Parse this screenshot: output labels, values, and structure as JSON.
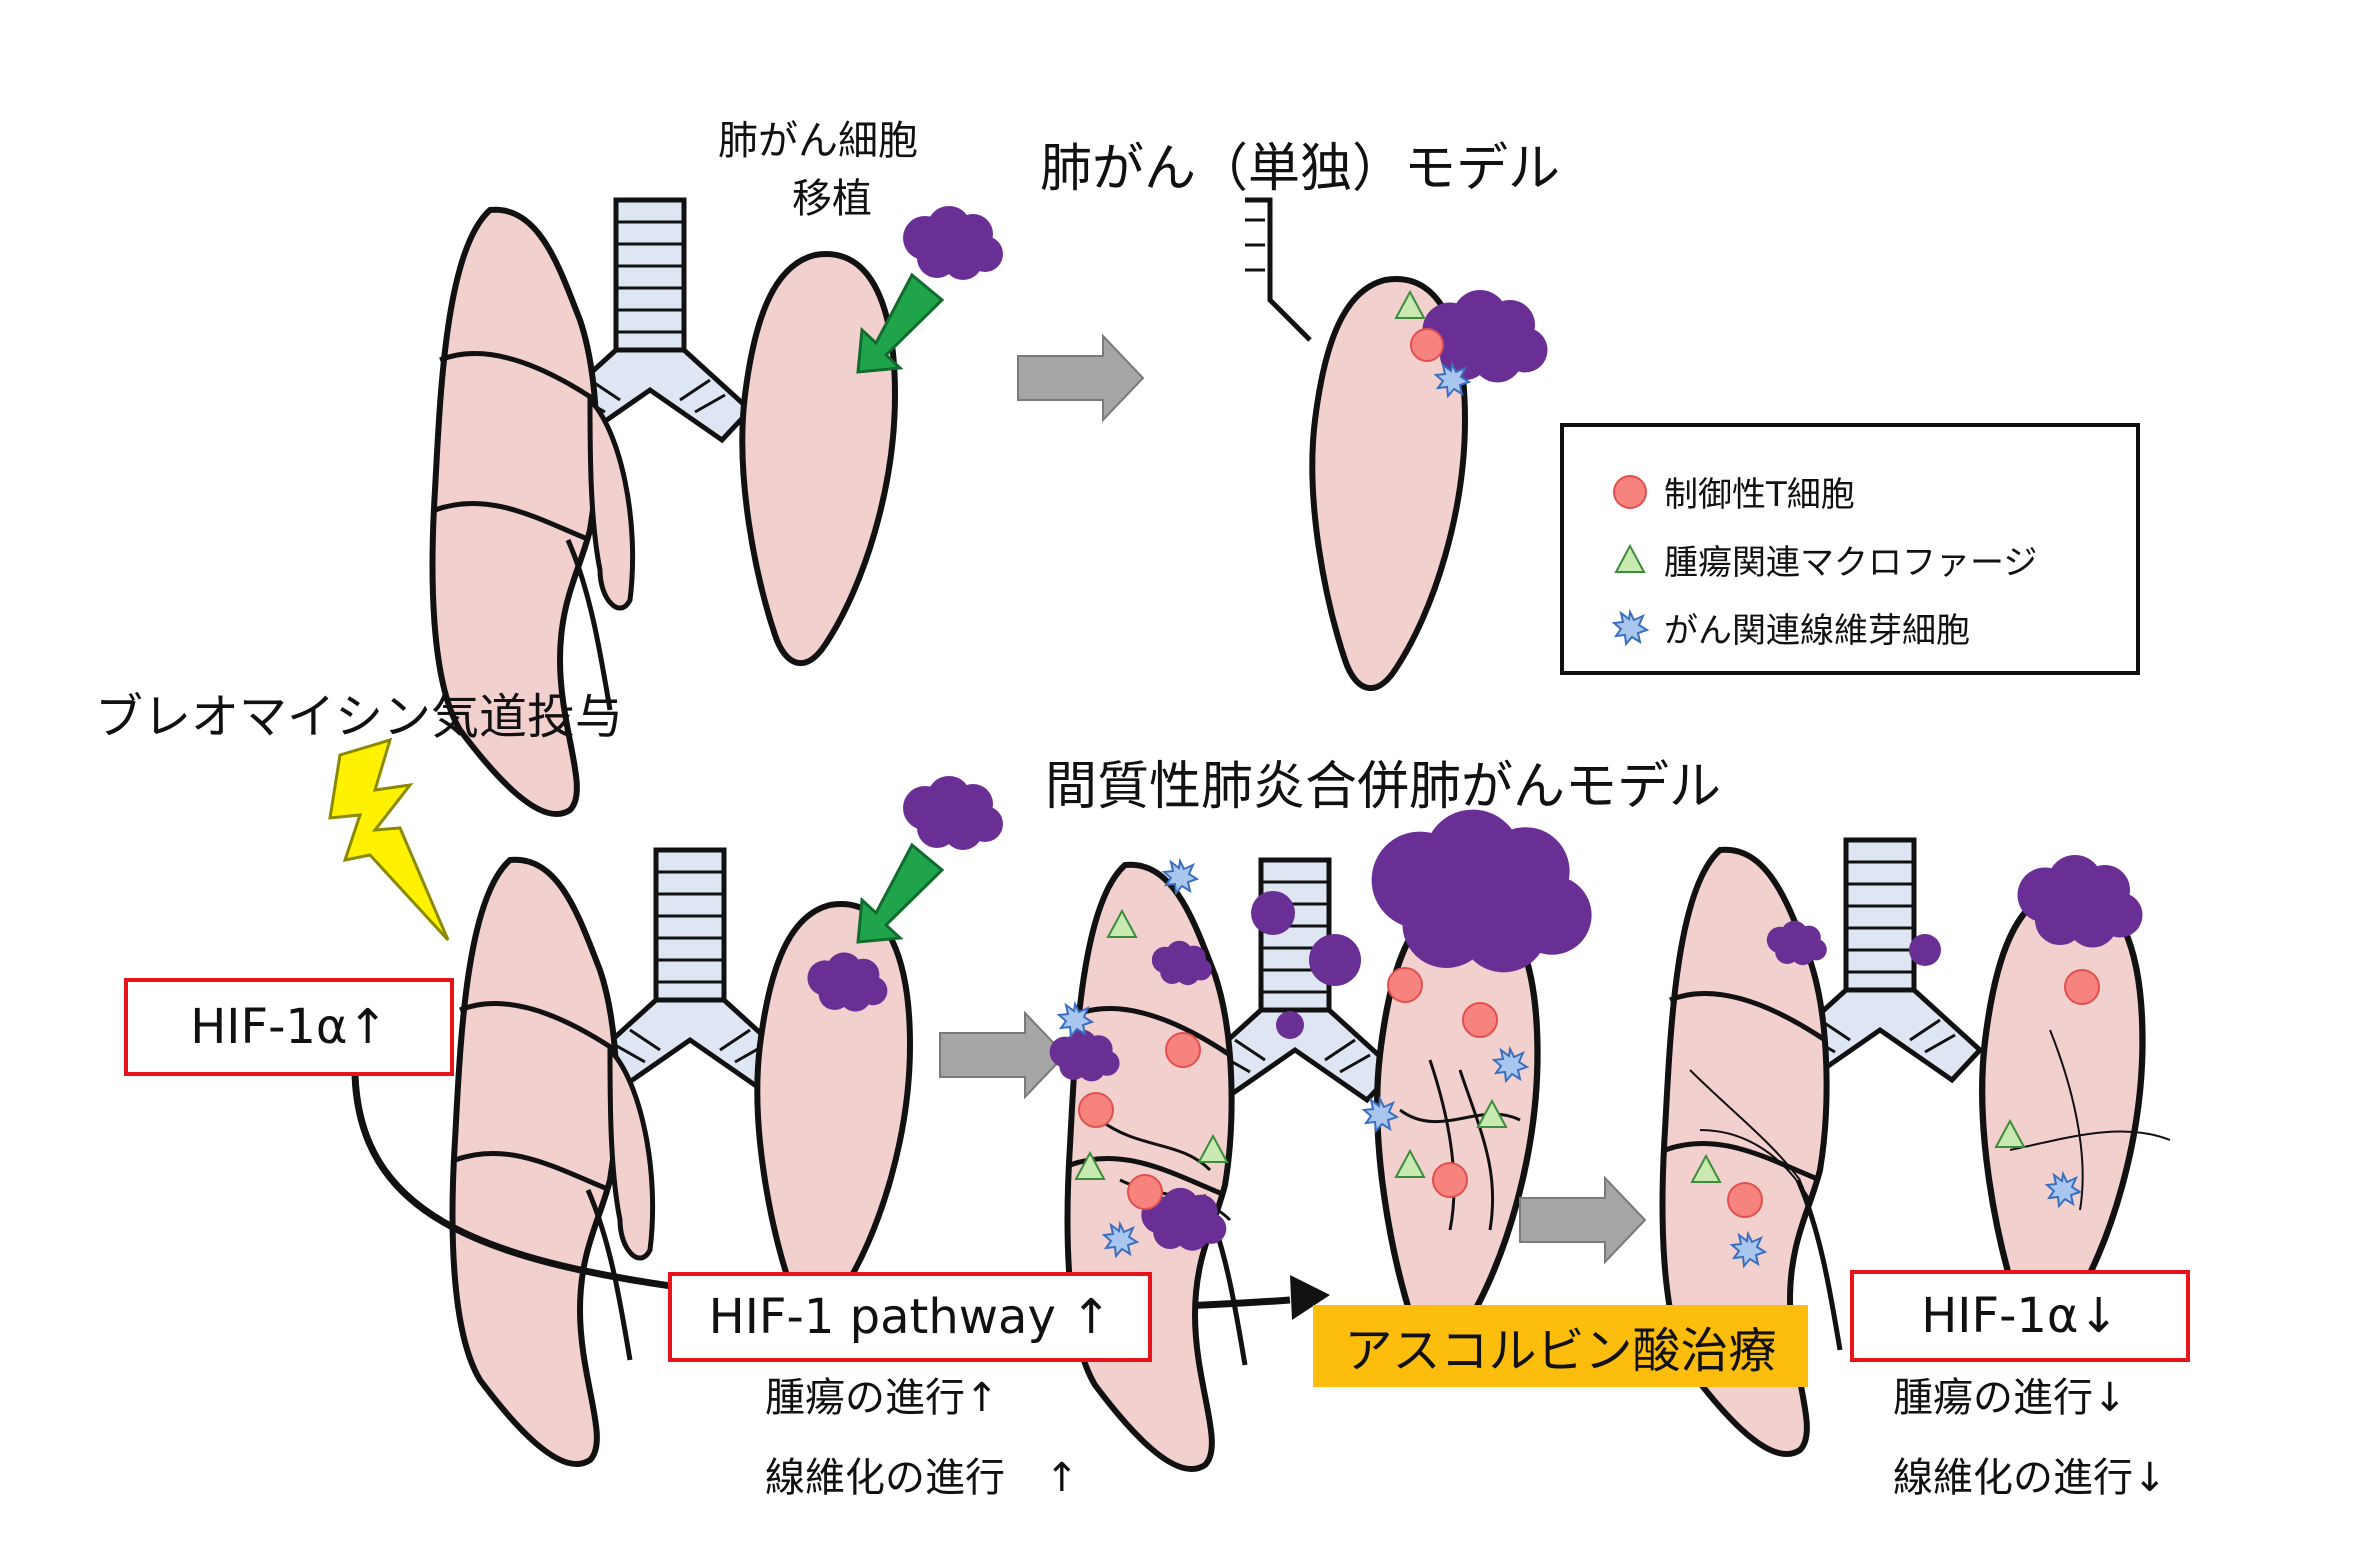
{
  "labels": {
    "transplant": [
      "肺がん細胞",
      "移植"
    ],
    "model_single": "肺がん（単独）モデル",
    "bleomycin": "ブレオマイシン気道投与",
    "model_combined": "間質性肺炎合併肺がんモデル"
  },
  "boxes": {
    "hif_up": "HIF-1α↑",
    "pathway_up": "HIF-1 pathway ↑",
    "treatment": "アスコルビン酸治療",
    "hif_down": "HIF-1α↓"
  },
  "effects_untreated": [
    "腫瘍の進行↑",
    "線維化の進行　↑"
  ],
  "effects_treated": [
    "腫瘍の進行↓",
    "線維化の進行↓"
  ],
  "legend": [
    {
      "icon": "red-circle-icon",
      "label": "制御性T細胞"
    },
    {
      "icon": "green-triangle-icon",
      "label": "腫瘍関連マクロファージ"
    },
    {
      "icon": "blue-star-icon",
      "label": "がん関連線維芽細胞"
    }
  ],
  "colors": {
    "lung_fill": "#f2d0cd",
    "tumor": "#6a2f95",
    "treg": "#f7837e",
    "tam": "#c8eab1",
    "caf": "#a9c6ee",
    "green_arrow": "#20a44b",
    "gray_arrow": "#a6a6a6",
    "lightning": "#fff200",
    "red_border": "#e8141b",
    "treatment_bg": "#fcbd0d"
  }
}
